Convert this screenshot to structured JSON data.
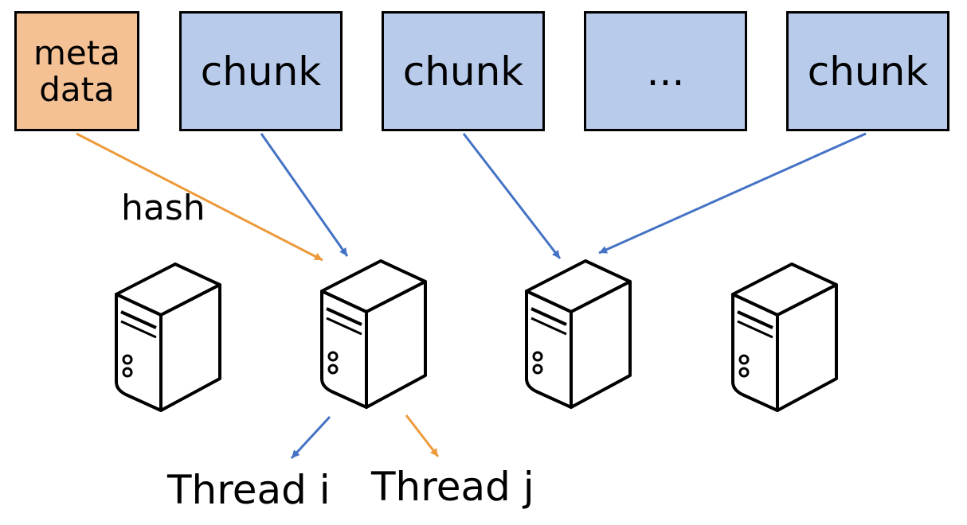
{
  "colors": {
    "metadata_fill": "#F4C195",
    "chunk_fill": "#B9CBEB",
    "blue_arrow": "#4472C4",
    "orange_arrow": "#ED9A3B",
    "border": "#000000"
  },
  "blocks": {
    "metadata": {
      "line1": "meta",
      "line2": "data"
    },
    "items": [
      {
        "label": "chunk"
      },
      {
        "label": "chunk"
      },
      {
        "label": "..."
      },
      {
        "label": "chunk"
      }
    ]
  },
  "labels": {
    "hash": "hash",
    "thread_i": "Thread i",
    "thread_j": "Thread j"
  },
  "servers": {
    "count": 4,
    "icon": "server-tower-icon"
  }
}
